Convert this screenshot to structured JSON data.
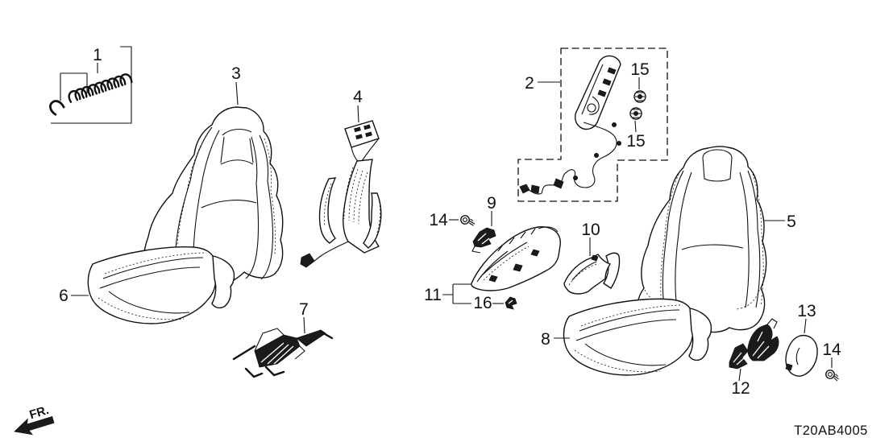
{
  "diagram": {
    "code": "T20AB4005",
    "front_marker": "FR.",
    "ink_color": "#1a1a1a",
    "background_color": "#ffffff",
    "callouts": {
      "c1": "1",
      "c2": "2",
      "c3": "3",
      "c4": "4",
      "c5": "5",
      "c6": "6",
      "c7": "7",
      "c8": "8",
      "c9": "9",
      "c10": "10",
      "c11": "11",
      "c12": "12",
      "c13": "13",
      "c14_left": "14",
      "c14_right": "14",
      "c15_upper": "15",
      "c15_lower": "15",
      "c16": "16"
    }
  }
}
